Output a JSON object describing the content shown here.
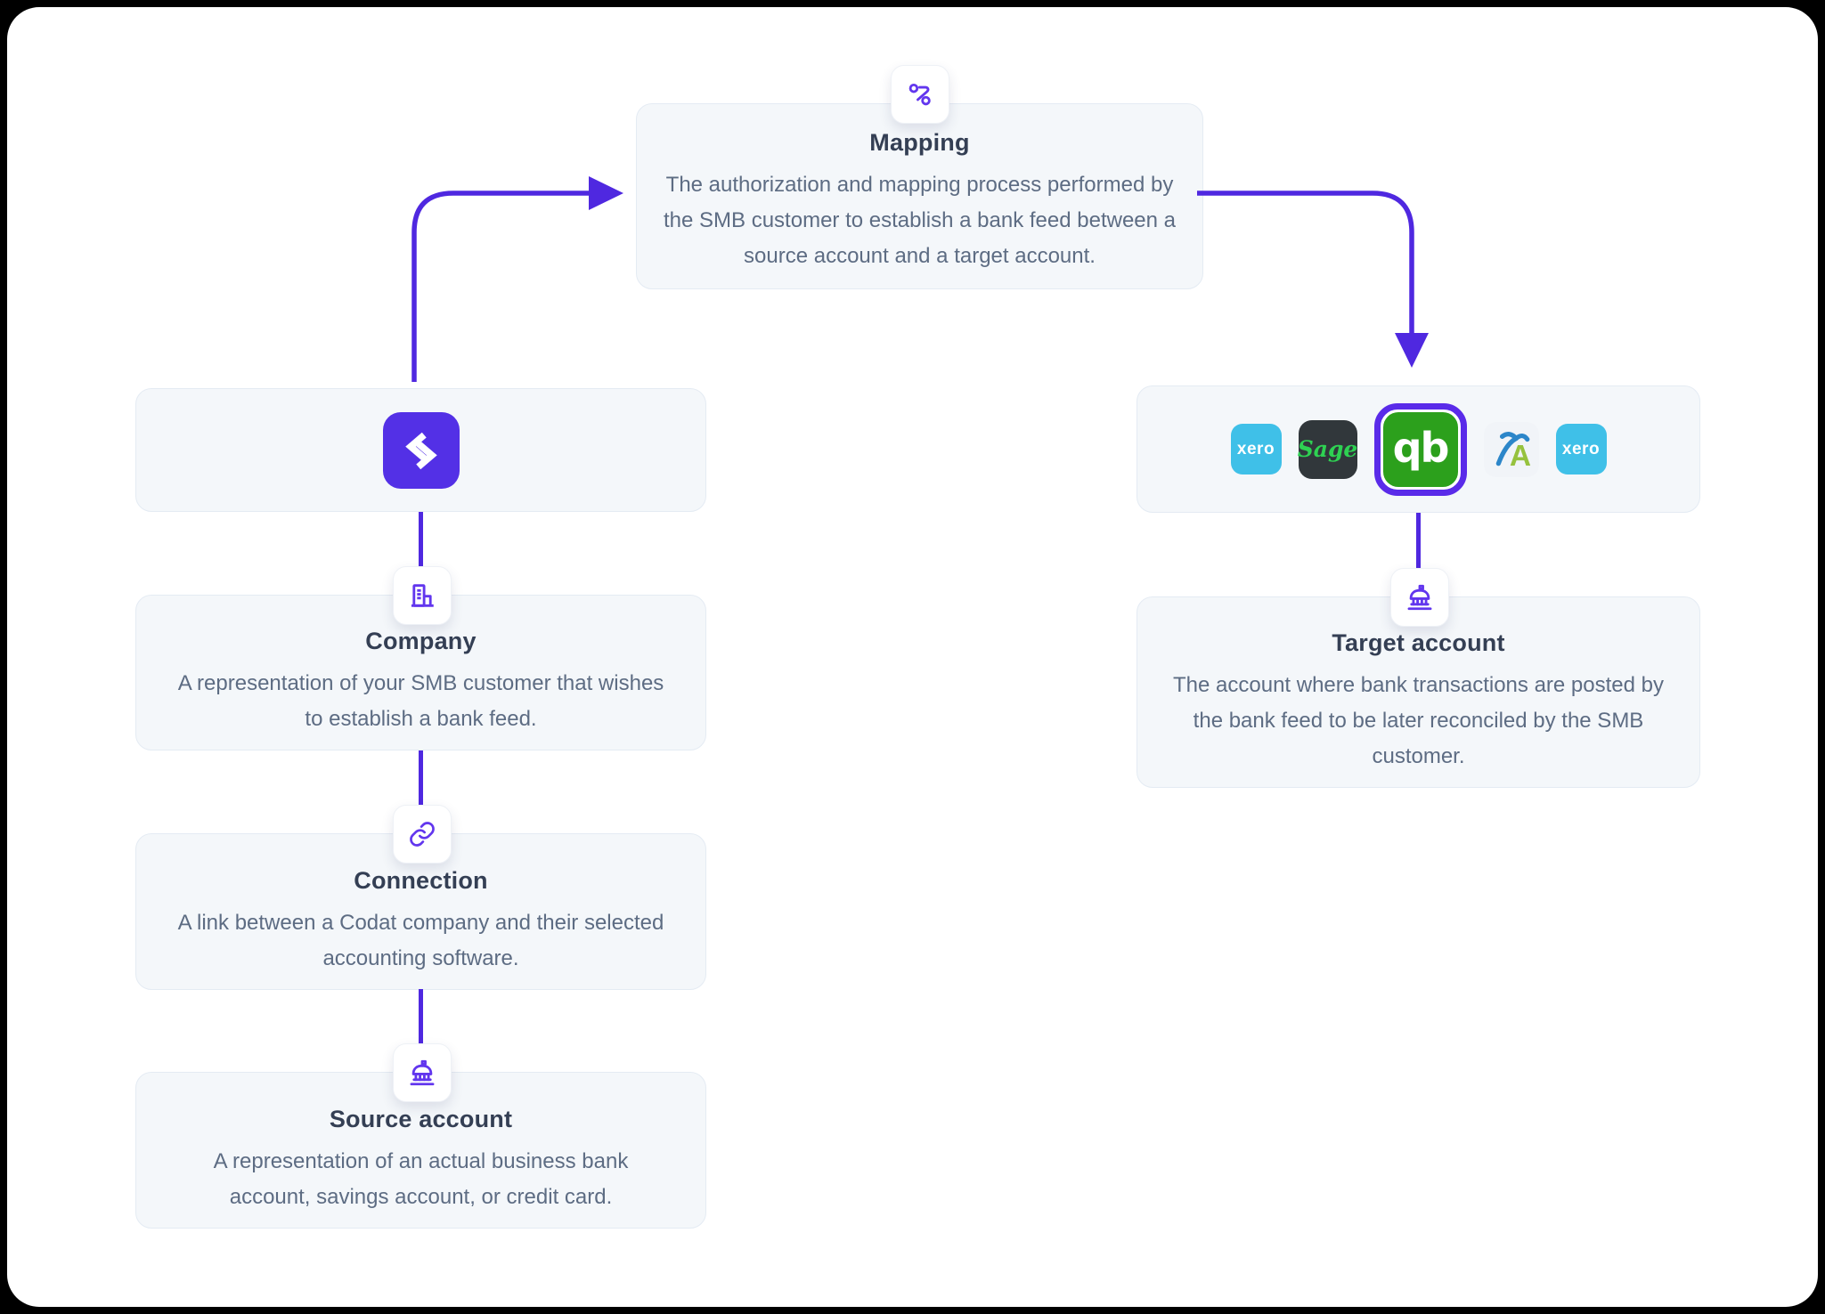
{
  "cards": {
    "mapping": {
      "title": "Mapping",
      "description": "The authorization and mapping process performed by the SMB customer to establish a bank feed between a source account and a target account."
    },
    "company": {
      "title": "Company",
      "description": "A representation of your SMB customer that wishes to establish a bank feed."
    },
    "connection": {
      "title": "Connection",
      "description": "A link between a Codat company and their selected accounting software."
    },
    "source_account": {
      "title": "Source account",
      "description": "A representation of an actual business bank account, savings account, or credit card."
    },
    "target_account": {
      "title": "Target account",
      "description": "The account where bank transactions are posted by the bank feed to be later reconciled by the SMB customer."
    }
  },
  "logos": {
    "platforms": [
      {
        "name": "Xero",
        "label": "xero",
        "selected": false
      },
      {
        "name": "Sage",
        "label": "Sage",
        "selected": false
      },
      {
        "name": "QuickBooks",
        "label": "qb",
        "selected": true
      },
      {
        "name": "FreeAgent",
        "label": "A",
        "selected": false
      },
      {
        "name": "Xero",
        "label": "xero",
        "selected": false
      }
    ]
  },
  "icons": {
    "mapping": "route-icon",
    "company": "building-icon",
    "connection": "link-icon",
    "source_account": "bank-icon",
    "target_account": "bank-icon",
    "codat": "codat-chevrons-logo"
  },
  "colors": {
    "arrow_purple": "#4f28e0",
    "icon_purple": "#6236ee",
    "codat_purple": "#5330e6",
    "card_bg": "#f4f7fa",
    "card_border": "#e4ebf3",
    "title_text": "#343f54",
    "body_text": "#5d6c83",
    "xero_blue": "#3fc0e8",
    "sage_dark": "#31373b",
    "sage_green": "#2ed152",
    "quickbooks_green": "#2ca01c",
    "freeagent_blue": "#2c86c9",
    "freeagent_green": "#96c23e",
    "selected_ring": "#5a2be9"
  }
}
